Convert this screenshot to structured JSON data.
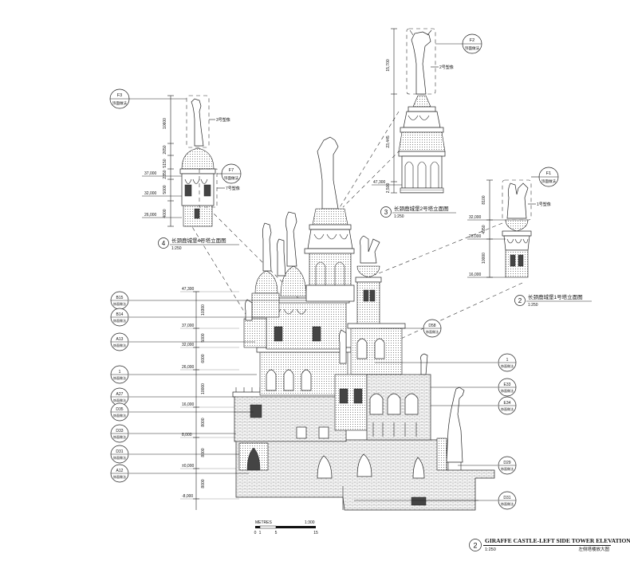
{
  "main_title": {
    "number": "2",
    "title": "GIRAFFE CASTLE-LEFT SIDE TOWER ELEVATION",
    "scale": "1:250",
    "subtitle_cn": "左侧塔楼放大图"
  },
  "scale_bar": {
    "label": "METRES",
    "ratio": "1:300",
    "ticks": [
      "0",
      "1",
      "5",
      "15"
    ]
  },
  "detail_2": {
    "number": "3",
    "title_cn": "长颈鹿城堡2号塔立面图",
    "scale": "1:250",
    "dims": [
      "15,700",
      "23,445",
      "2,500"
    ],
    "level": "47,300",
    "callout": "2号塑像",
    "tag": {
      "top": "F2",
      "bottom": "饰面做法"
    }
  },
  "detail_4": {
    "number": "4",
    "title_cn": "长颈鹿城堡4号塔立面图",
    "scale": "1:250",
    "dims": [
      "10600",
      "2650",
      "5150",
      "2350",
      "5000",
      "4000"
    ],
    "levels": [
      "37,000",
      "32,000",
      "26,000"
    ],
    "callouts": [
      "3号塑像",
      "7号塑像"
    ],
    "tags": [
      {
        "top": "F3",
        "bottom": "饰面做法"
      },
      {
        "top": "F7",
        "bottom": "饰面做法"
      }
    ]
  },
  "detail_1": {
    "number": "2",
    "title_cn": "长颈鹿城堡1号塔立面图",
    "scale": "1:250",
    "dims": [
      "8100",
      "4950",
      "10000"
    ],
    "levels": [
      "32,000",
      "26,000",
      "16,000"
    ],
    "callout": "1号塑像",
    "tag": {
      "top": "F1",
      "bottom": "饰面做法"
    }
  },
  "main_elevation": {
    "levels": [
      "47,300",
      "37,000",
      "32,000",
      "26,000",
      "16,000",
      "8,000",
      "±0,000",
      "-8,000"
    ],
    "dims_vertical": [
      "10300",
      "5000",
      "6000",
      "10000",
      "8000",
      "8000",
      "8000"
    ],
    "left_tags": [
      {
        "top": "B15",
        "bottom": "饰面做法"
      },
      {
        "top": "B14",
        "bottom": "饰面做法"
      },
      {
        "top": "A13",
        "bottom": "饰面做法"
      },
      {
        "top": "1",
        "bottom": "饰面做法"
      },
      {
        "top": "A27",
        "bottom": "饰面做法"
      },
      {
        "top": "D35",
        "bottom": "饰面做法"
      },
      {
        "top": "D33",
        "bottom": "饰面做法"
      },
      {
        "top": "D31",
        "bottom": "饰面做法"
      },
      {
        "top": "A12",
        "bottom": "饰面做法"
      }
    ],
    "right_tags": [
      {
        "top": "D58",
        "bottom": "饰面做法"
      },
      {
        "top": "1",
        "bottom": "饰面做法"
      },
      {
        "top": "E33",
        "bottom": "饰面做法"
      },
      {
        "top": "E34",
        "bottom": "饰面做法"
      },
      {
        "top": "D29",
        "bottom": "饰面做法"
      },
      {
        "top": "D31",
        "bottom": "饰面做法"
      }
    ]
  }
}
